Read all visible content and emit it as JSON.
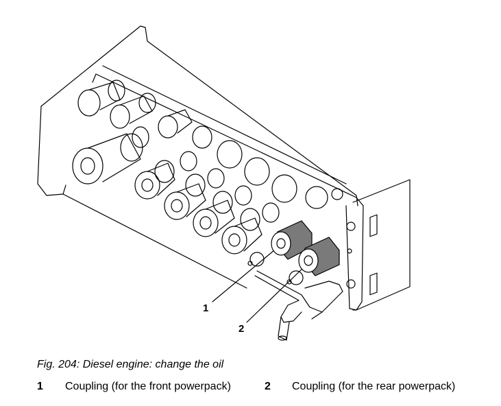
{
  "figure": {
    "caption": "Fig. 204: Diesel engine: change the oil",
    "callouts": [
      {
        "number": "1"
      },
      {
        "number": "2"
      }
    ]
  },
  "legend": [
    {
      "number": "1",
      "text": "Coupling (for the front powerpack)"
    },
    {
      "number": "2",
      "text": "Coupling (for the rear powerpack)"
    }
  ],
  "colors": {
    "line": "#000000",
    "highlight_coupling": "#7a7a7a",
    "background": "#ffffff"
  }
}
